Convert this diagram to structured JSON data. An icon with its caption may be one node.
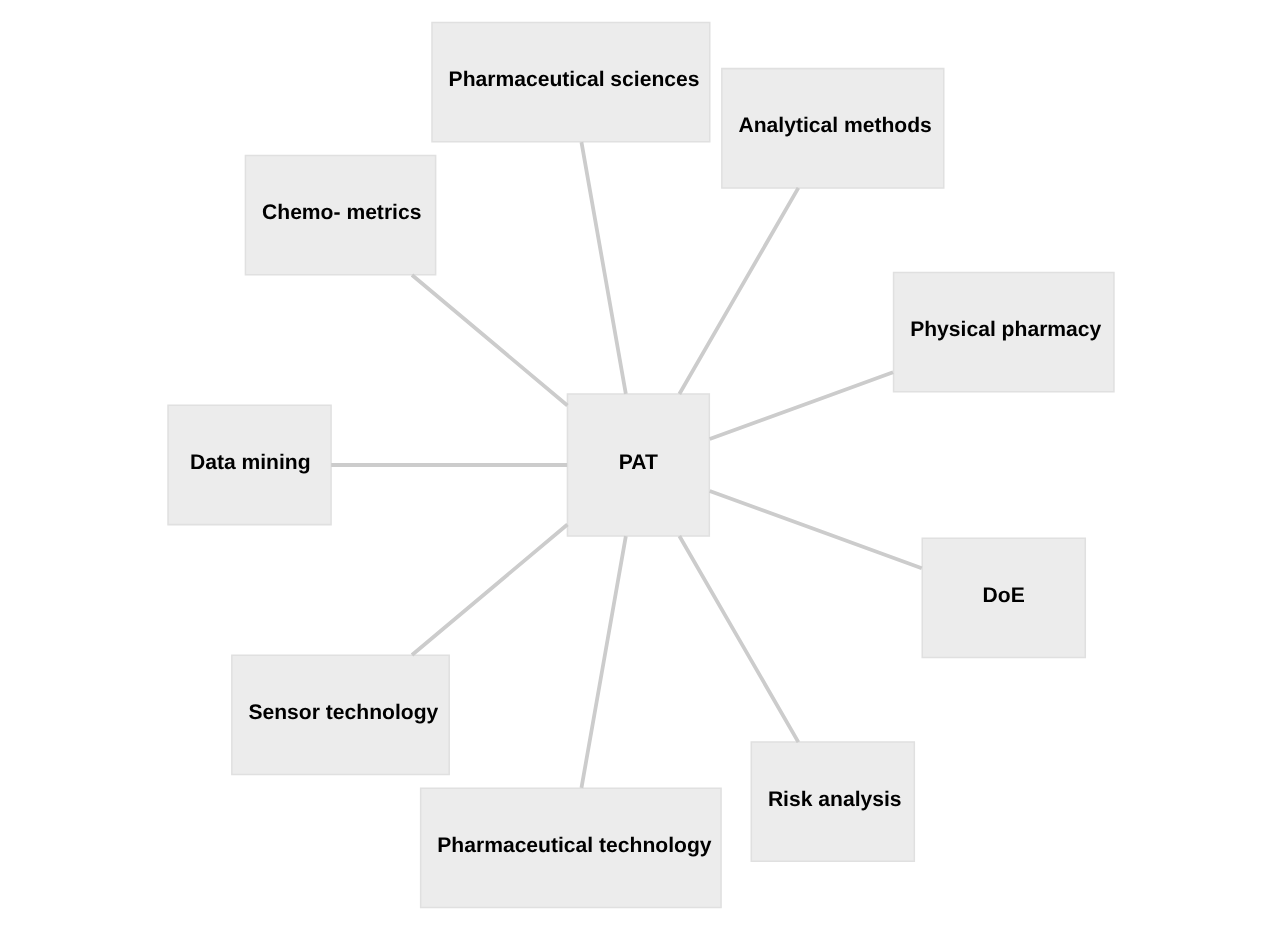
{
  "diagram": {
    "nodes": [
      {
        "text": [
          "Physical pharmacy"
        ]
      },
      {
        "text": [
          "Analytical methods"
        ]
      },
      {
        "text": [
          "Pharmaceutical sciences"
        ]
      },
      {
        "text": [
          "Chemo- metrics"
        ]
      },
      {
        "text": [
          "Data mining"
        ]
      },
      {
        "text": [
          "PAT"
        ]
      },
      {
        "text": [
          "Sensor technology"
        ]
      },
      {
        "text": [
          "Pharmaceutical technology"
        ]
      },
      {
        "text": [
          "Risk analysis"
        ]
      },
      {
        "text": [
          "DoE"
        ]
      }
    ],
    "edges": [
      {
        "from": 5,
        "to": 0,
        "arrow": "none"
      },
      {
        "from": 5,
        "to": 1,
        "arrow": "none"
      },
      {
        "from": 5,
        "to": 2,
        "arrow": "none"
      },
      {
        "from": 5,
        "to": 3,
        "arrow": "none"
      },
      {
        "from": 5,
        "to": 4,
        "arrow": "none"
      },
      {
        "from": 5,
        "to": 6,
        "arrow": "none"
      },
      {
        "from": 5,
        "to": 7,
        "arrow": "none"
      },
      {
        "from": 5,
        "to": 8,
        "arrow": "none"
      },
      {
        "from": 5,
        "to": 9,
        "arrow": "none"
      }
    ]
  }
}
